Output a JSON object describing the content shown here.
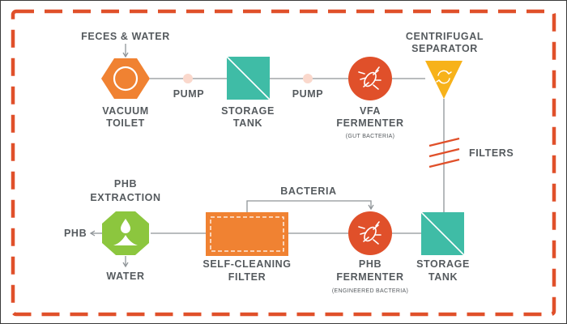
{
  "nodes": {
    "vacuum_toilet": {
      "label_lines": [
        "VACUUM",
        "TOILET"
      ]
    },
    "storage_tank_top": {
      "label_lines": [
        "STORAGE",
        "TANK"
      ]
    },
    "vfa_fermenter": {
      "label_lines": [
        "VFA",
        "FERMENTER"
      ],
      "note": "(GUT BACTERIA)"
    },
    "centrifugal_separator": {
      "label_lines": [
        "CENTRIFUGAL",
        "SEPARATOR"
      ]
    },
    "storage_tank_bottom": {
      "label_lines": [
        "STORAGE",
        "TANK"
      ]
    },
    "phb_fermenter": {
      "label_lines": [
        "PHB",
        "FERMENTER"
      ],
      "note": "(ENGINEERED BACTERIA)"
    },
    "self_cleaning_filter": {
      "label_lines": [
        "SELF-CLEANING",
        "FILTER"
      ]
    },
    "phb_extraction": {
      "label_lines": [
        "PHB",
        "EXTRACTION"
      ]
    }
  },
  "flow_labels": {
    "input": "FECES & WATER",
    "pump_1": "PUMP",
    "pump_2": "PUMP",
    "filters": "FILTERS",
    "bacteria": "BACTERIA",
    "output_phb": "PHB",
    "output_water": "WATER"
  },
  "colors": {
    "border_dash": "#e0502a",
    "outer_frame": "#3a3a3a",
    "orange": "#f08232",
    "red": "#e0502a",
    "teal": "#3fbca6",
    "yellow": "#f7b21a",
    "green": "#8cc63e",
    "pump_dot": "#fad8cc",
    "line": "#8f9498",
    "text": "#555a5e"
  }
}
